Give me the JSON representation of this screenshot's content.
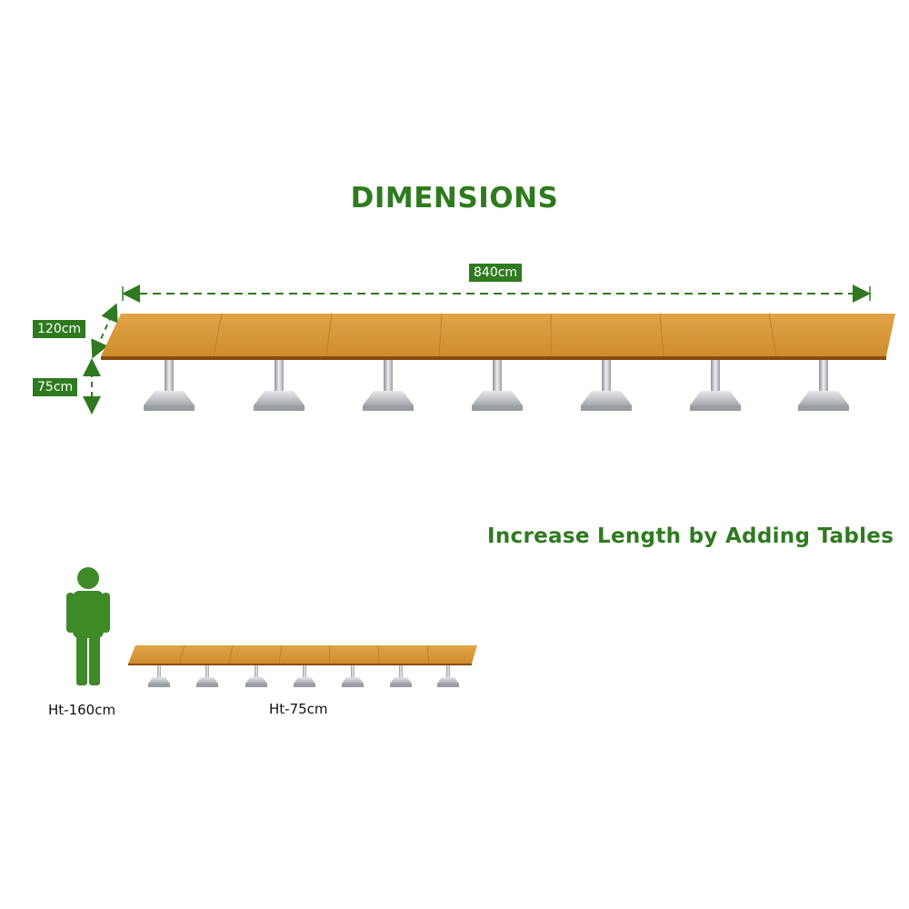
{
  "heading": "DIMENSIONS",
  "dimensions": {
    "length": "840cm",
    "width": "120cm",
    "height": "75cm"
  },
  "subheading": "Increase Length by Adding Tables",
  "comparison": {
    "person_height": "Ht-160cm",
    "table_height": "Ht-75cm"
  },
  "table_sections": 7,
  "colors": {
    "accent": "#2f7a1f",
    "tabletop": "#d4922f",
    "tabletop_edge": "#8a4b12",
    "steel": "#bfc2c6"
  }
}
